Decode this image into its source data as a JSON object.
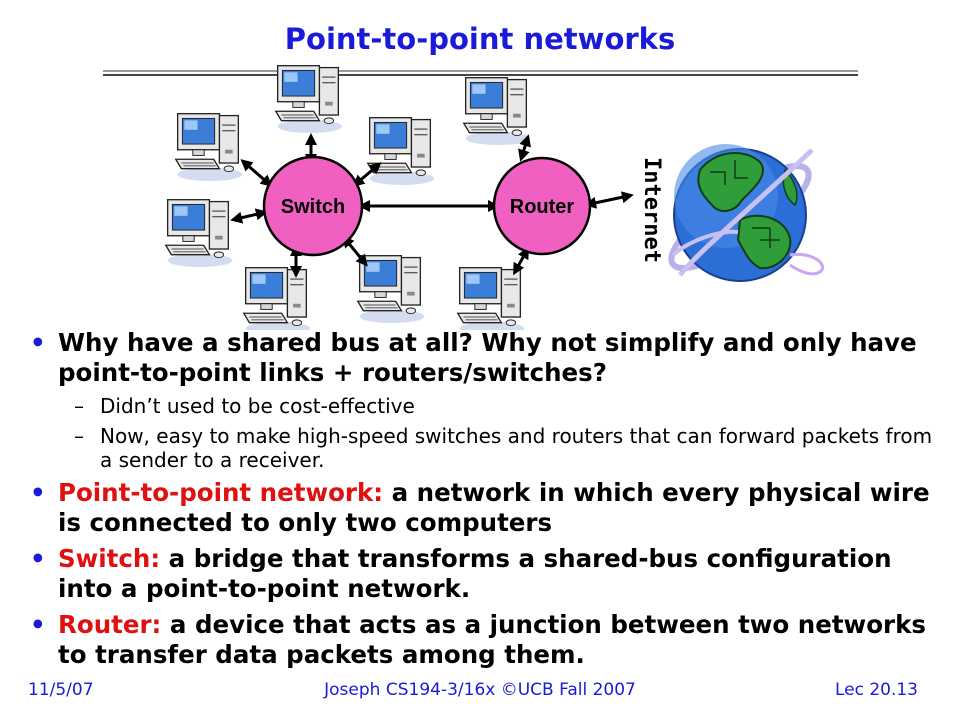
{
  "title": "Point-to-point networks",
  "diagram": {
    "switch_label": "Switch",
    "router_label": "Router",
    "internet_label": "Internet",
    "node_color": "#ef60c0"
  },
  "bullets": [
    {
      "text": "Why have a shared bus at all?  Why not simplify and only have point-to-point links + routers/switches?",
      "subs": [
        "Didn’t used to be cost-effective",
        "Now, easy to make high-speed switches and routers that can forward packets from a sender to a receiver."
      ]
    },
    {
      "term": "Point-to-point network:",
      "text": " a network in which every physical wire is connected to only two computers"
    },
    {
      "term": "Switch:",
      "text": " a bridge that transforms a shared-bus configuration into a point-to-point network."
    },
    {
      "term": "Router:",
      "text": " a device that acts as a junction between two networks to transfer data packets among them."
    }
  ],
  "footer": {
    "left": "11/5/07",
    "center": "Joseph CS194-3/16x ©UCB Fall 2007",
    "right": "Lec 20.13"
  },
  "colors": {
    "title": "#1a1ad8",
    "term": "#e01010",
    "footer": "#1a1ad8"
  }
}
